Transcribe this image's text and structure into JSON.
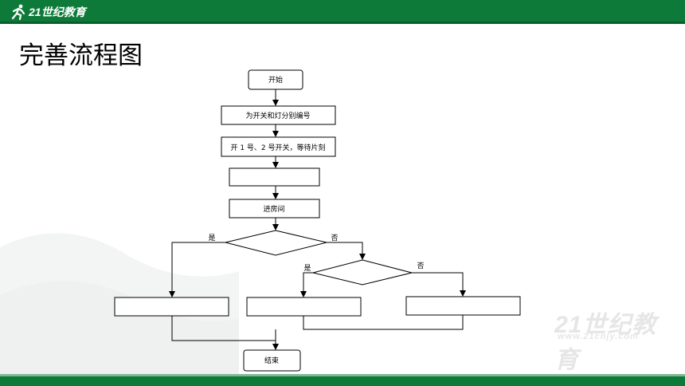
{
  "header": {
    "brand": "21世纪教育",
    "colors": {
      "bar": "#0d7a3a",
      "accent": "#7fb892"
    }
  },
  "title": "完善流程图",
  "flowchart": {
    "start": "开始",
    "step1": "为开关和灯分别编号",
    "step2": "开 1 号、2 号开关，等待片刻",
    "step3": "",
    "step4": "进房间",
    "decision1_yes": "是",
    "decision1_no": "否",
    "decision2_yes": "是",
    "decision2_no": "否",
    "result_left": "",
    "result_middle": "",
    "result_right": "",
    "end": "结束"
  },
  "watermark": {
    "text": "21世纪教育",
    "url": "www.21cnjy.com"
  }
}
